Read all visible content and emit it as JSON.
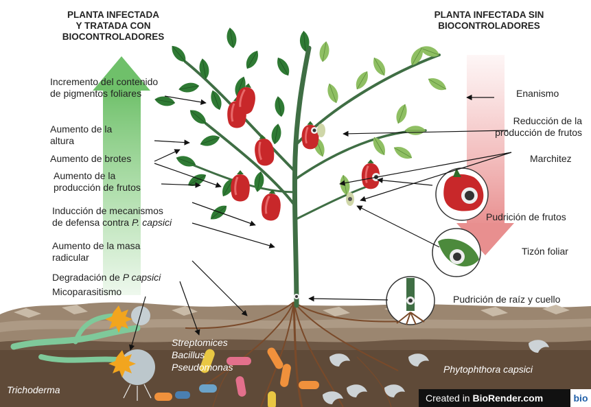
{
  "headers": {
    "left": [
      "PLANTA INFECTADA",
      "Y TRATADA CON",
      "BIOCONTROLADORES"
    ],
    "right": [
      "PLANTA INFECTADA SIN",
      "BIOCONTROLADORES"
    ]
  },
  "left_labels": {
    "pigmentos": [
      "Incremento del contenido",
      "de pigmentos foliares"
    ],
    "altura": [
      "Aumento de la",
      "altura"
    ],
    "brotes": "Aumento de brotes",
    "produccion": [
      "Aumento de la",
      "producción de frutos"
    ],
    "defensa_1": "Inducción de mecanismos",
    "defensa_2_prefix": "de defensa contra ",
    "defensa_2_italic": "P. capsici",
    "masa": [
      "Aumento de la masa",
      "radicular"
    ],
    "degradacion_prefix": "Degradación de ",
    "degradacion_italic": "P capsici",
    "micoparasitismo": "Micoparasitismo"
  },
  "right_labels": {
    "enanismo": "Enanismo",
    "reduccion": [
      "Reducción de la",
      "producción de frutos"
    ],
    "marchitez": "Marchitez",
    "pudricion_frutos": "Pudrición de frutos",
    "tizon": "Tizón foliar",
    "pudricion_raiz": "Pudrición de raíz y cuello"
  },
  "organisms": {
    "streptomices": "Streptomices",
    "bacillus": "Bacillus",
    "pseudomonas": "Pseudomonas",
    "trichoderma": "Trichoderma",
    "phytophthora": "Phytophthora capsici"
  },
  "watermark": {
    "prefix": "Created in ",
    "brand": "BioRender.com",
    "badge": "bio"
  },
  "colors": {
    "green_arrow": "#8fd18a",
    "red_arrow": "#f0a4a4",
    "soil": "#8a7560",
    "leaf_dark": "#2f7a34",
    "leaf_light": "#8fbf63",
    "pepper_red": "#c8282a",
    "stem": "#3f6e44"
  }
}
